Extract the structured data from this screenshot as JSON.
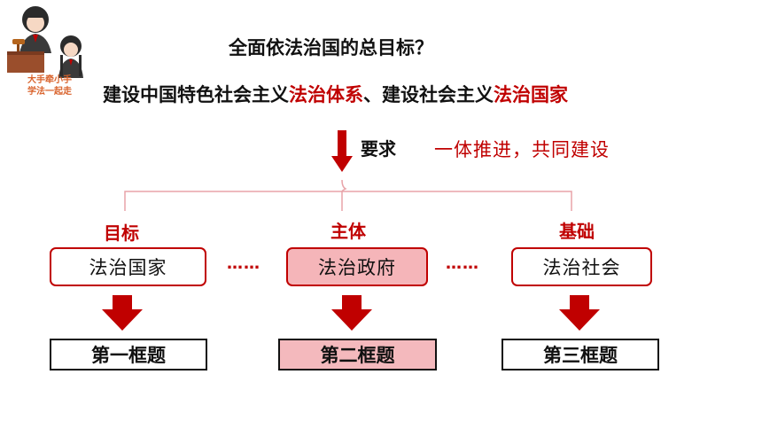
{
  "logo": {
    "caption_line1": "大手牵小手",
    "caption_line2": "学法一起走"
  },
  "question": "全面依法治国的总目标？",
  "goal": {
    "part1": "建设中国特色社会主义",
    "highlight1": "法治体系",
    "part2": "、建设社会主义",
    "highlight2": "法治国家"
  },
  "requirement": {
    "label": "要求",
    "text": "一体推进，共同建设"
  },
  "columns": [
    {
      "category": "目标",
      "box": "法治国家",
      "frame": "第一框题"
    },
    {
      "category": "主体",
      "box": "法治政府",
      "frame": "第二框题"
    },
    {
      "category": "基础",
      "box": "法治社会",
      "frame": "第三框题"
    }
  ],
  "separator": "……",
  "colors": {
    "accent_red": "#c00000",
    "highlight_pink": "#f5b5b9",
    "bracket_pink": "#e8a3a8"
  }
}
